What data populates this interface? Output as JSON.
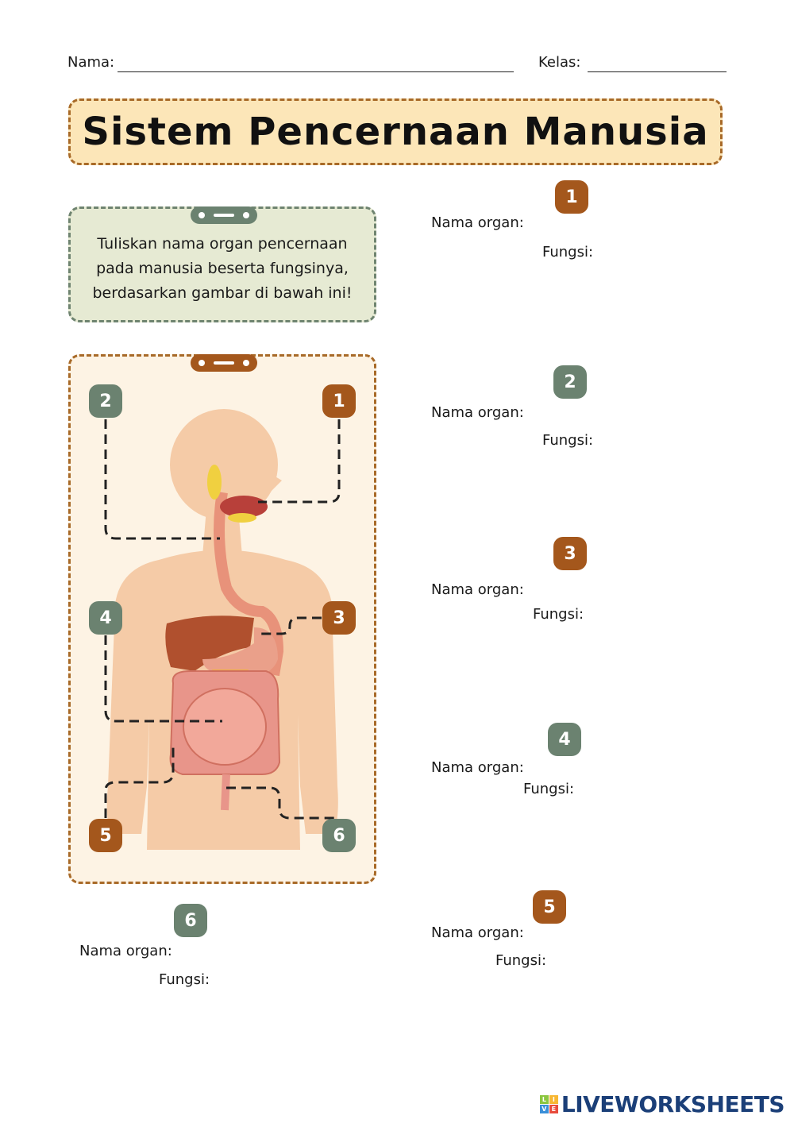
{
  "header": {
    "name_label": "Nama:",
    "class_label": "Kelas:"
  },
  "title": "Sistem Pencernaan Manusia",
  "instruction": "Tuliskan nama organ pencernaan pada manusia beserta fungsinya, berdasarkan gambar di bawah ini!",
  "diagram_badges": [
    "1",
    "2",
    "3",
    "4",
    "5",
    "6"
  ],
  "answers": [
    {
      "number": "1",
      "organ_label": "Nama organ:",
      "function_label": "Fungsi:"
    },
    {
      "number": "2",
      "organ_label": "Nama organ:",
      "function_label": "Fungsi:"
    },
    {
      "number": "3",
      "organ_label": "Nama organ:",
      "function_label": "Fungsi:"
    },
    {
      "number": "4",
      "organ_label": "Nama organ:",
      "function_label": "Fungsi:"
    },
    {
      "number": "5",
      "organ_label": "Nama organ:",
      "function_label": "Fungsi:"
    },
    {
      "number": "6",
      "organ_label": "Nama organ:",
      "function_label": "Fungsi:"
    }
  ],
  "logo": {
    "text": "LIVEWORKSHEETS",
    "letters": [
      "L",
      "I",
      "V",
      "E"
    ]
  },
  "colors": {
    "brown": "#a4571c",
    "green": "#6b8270",
    "title_bg": "#fce6b8",
    "instruction_bg": "#e6ead3"
  }
}
